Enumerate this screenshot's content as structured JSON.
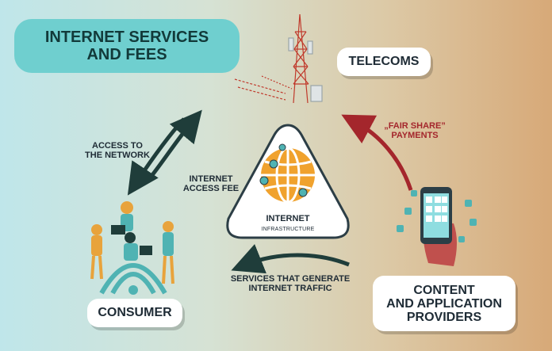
{
  "title": {
    "line1": "INTERNET SERVICES",
    "line2": "AND FEES"
  },
  "nodes": {
    "telecoms": "TELECOMS",
    "consumer": "CONSUMER",
    "providers": {
      "line1": "CONTENT",
      "line2": "AND APPLICATION",
      "line3": "PROVIDERS"
    },
    "infrastructure": {
      "line1": "INTERNET",
      "line2": "INFRASTRUCTURE"
    }
  },
  "edges": {
    "access": {
      "line1": "ACCESS TO",
      "line2": "THE NETWORK"
    },
    "fee": {
      "line1": "INTERNET",
      "line2": "ACCESS FEE"
    },
    "fair_share": {
      "line1": "„FAIR SHARE”",
      "line2": "PAYMENTS"
    },
    "services": {
      "line1": "SERVICES THAT GENERATE",
      "line2": "INTERNET TRAFFIC"
    }
  },
  "colors": {
    "title_pill": "#6fcfcf",
    "arrow_dark": "#1f3d3a",
    "arrow_red": "#a4262c",
    "globe": "#f0a22e",
    "node_teal": "#4fb3b3"
  }
}
